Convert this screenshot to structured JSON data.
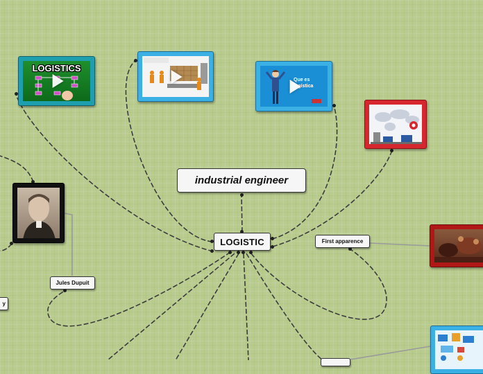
{
  "diagram": {
    "main_topic": "industrial engineer",
    "root_topic": "LOGISTIC",
    "subtopics": {
      "first_apparence": "First  apparence",
      "jules_dupuit": "Jules Dupuit",
      "partial_left": "y"
    },
    "cards": [
      {
        "icon": "video-thumbnail-logistics-flowchart",
        "text": "LOGISTICS",
        "has_play": true,
        "border": "#1e9fb0"
      },
      {
        "icon": "video-thumbnail-warehouse-workers",
        "text": "",
        "has_play": true,
        "border": "#3bb0e4"
      },
      {
        "icon": "video-thumbnail-que-es-logistica",
        "text": "Que es logística",
        "has_play": true,
        "border": "#3bb0e4"
      },
      {
        "icon": "image-world-map-logistics",
        "text": "",
        "has_play": false,
        "border": "#d6262e"
      },
      {
        "icon": "image-portrait-jules-dupuit",
        "text": "",
        "has_play": false,
        "border": "#111111"
      },
      {
        "icon": "image-historical-painting",
        "text": "",
        "has_play": false,
        "border": "#b01818"
      },
      {
        "icon": "image-logistics-isometric",
        "text": "",
        "has_play": false,
        "border": "#3bb0e4"
      }
    ],
    "colors": {
      "background": "#b9cc8e",
      "connector": "#3c3c3c",
      "connector_light": "#9a9a9a"
    }
  }
}
